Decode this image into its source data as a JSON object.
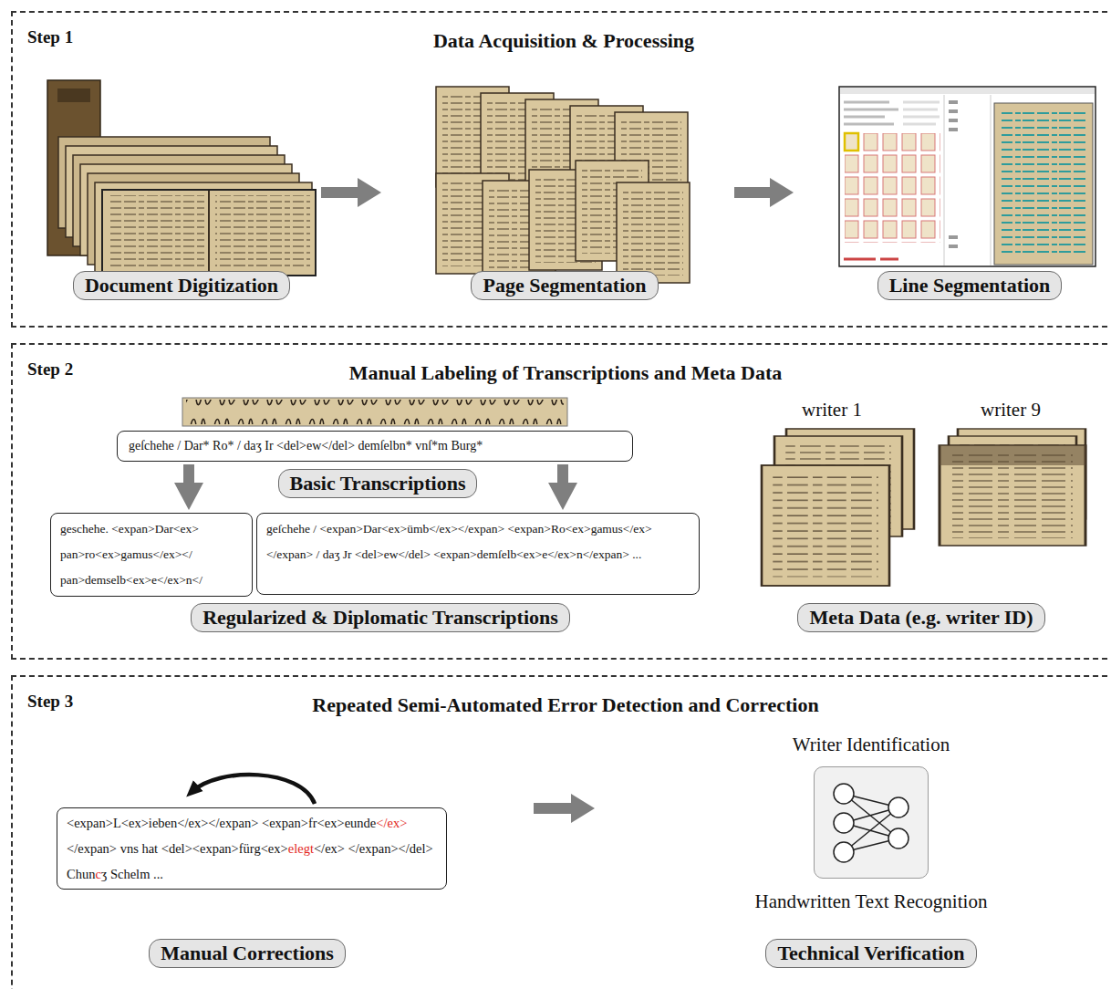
{
  "diagram": {
    "nodes": [
      {
        "text": [
          "Step 1",
          "Data Acquisition & Processing"
        ]
      },
      {
        "text": [
          "Document Digitization"
        ],
        "in": 0
      },
      {
        "text": [
          "Page Segmentation"
        ],
        "in": 0
      },
      {
        "text": [
          "Line Segmentation"
        ],
        "in": 0
      },
      {
        "text": [
          "Step 2",
          "Manual Labeling of Transcriptions and Meta Data"
        ]
      },
      {
        "text": [
          "geſchehe / Dar* Ro* / daʒ Ir <del>ew</del> demſelbn* vnſ*m Burg*"
        ],
        "in": 4
      },
      {
        "text": [
          "Basic Transcriptions"
        ],
        "in": 4
      },
      {
        "text": [
          "geschehe. <expan>Dar<ex> pan>ro<ex>gamus</ex></ pan>demselb<ex>e</ex>n</"
        ],
        "in": 4
      },
      {
        "text": [
          "geſchehe / <expan>Dar<ex>ümb</ex></expan> <expan>Ro<ex>gamus</ex></expan> / daʒ Jr <del>ew</del> <expan>demſelb<ex>e</ex>n</expan> ..."
        ],
        "in": 4
      },
      {
        "text": [
          "Regularized & Diplomatic Transcriptions"
        ],
        "in": 4
      },
      {
        "text": [
          "Meta Data (e.g. writer ID)"
        ],
        "in": 4
      },
      {
        "text": [
          "Step 3",
          "Repeated Semi-Automated Error Detection and Correction"
        ]
      },
      {
        "text": [
          "<expan>L<ex>ieben</ex></expan> <expan>fr<ex>eunde</ex></expan> vns hat <del><expan>fürg<ex>elegt</ex> </expan></del> Chuncʒ Schelm ..."
        ],
        "in": 11
      },
      {
        "text": [
          "Manual Corrections"
        ],
        "in": 11
      },
      {
        "text": [
          "Writer Identification",
          "Handwritten Text Recognition"
        ],
        "in": 11
      },
      {
        "text": [
          "Technical Verification"
        ],
        "in": 11
      }
    ],
    "edges": [
      {
        "from": 5,
        "to": 7,
        "arrow": "to"
      },
      {
        "from": 5,
        "to": 8,
        "arrow": "to"
      }
    ],
    "labels": [
      "writer 1",
      "writer 9"
    ]
  }
}
